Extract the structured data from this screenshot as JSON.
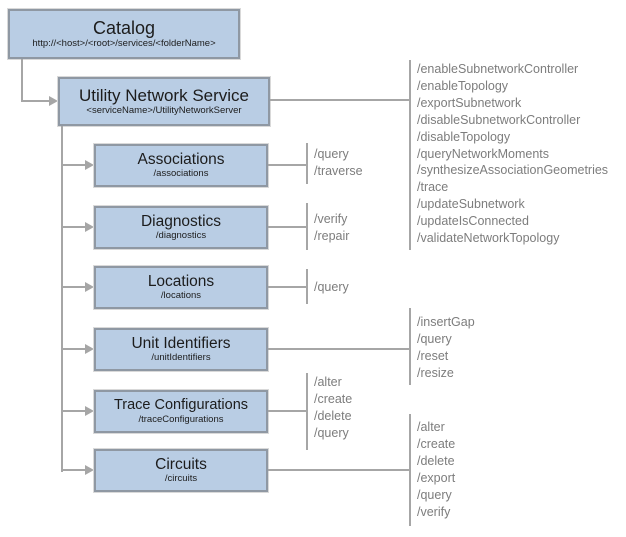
{
  "catalog": {
    "title": "Catalog",
    "url": "http://<host>/<root>/services/<folderName>"
  },
  "service": {
    "title": "Utility Network Service",
    "path": "<serviceName>/UtilityNetworkServer",
    "operations": [
      "/enableSubnetworkController",
      "/enableTopology",
      "/exportSubnetwork",
      "/disableSubnetworkController",
      "/disableTopology",
      "/queryNetworkMoments",
      "/synthesizeAssociationGeometries",
      "/trace",
      "/updateSubnetwork",
      "/updateIsConnected",
      "/validateNetworkTopology"
    ]
  },
  "resources": [
    {
      "title": "Associations",
      "path": "/associations",
      "operations": [
        "/query",
        "/traverse"
      ]
    },
    {
      "title": "Diagnostics",
      "path": "/diagnostics",
      "operations": [
        "/verify",
        "/repair"
      ]
    },
    {
      "title": "Locations",
      "path": "/locations",
      "operations": [
        "/query"
      ]
    },
    {
      "title": "Unit Identifiers",
      "path": "/unitIdentifiers",
      "operations": [
        "/insertGap",
        "/query",
        "/reset",
        "/resize"
      ]
    },
    {
      "title": "Trace Configurations",
      "path": "/traceConfigurations",
      "operations": [
        "/alter",
        "/create",
        "/delete",
        "/query"
      ]
    },
    {
      "title": "Circuits",
      "path": "/circuits",
      "operations": [
        "/alter",
        "/create",
        "/delete",
        "/export",
        "/query",
        "/verify"
      ]
    }
  ],
  "colors": {
    "box_fill": "#b9cde4",
    "box_border": "#8f98a3",
    "connector_line": "#a6a6a6",
    "operation_text": "#7d7d7d",
    "box_text": "#1c1c1c"
  }
}
